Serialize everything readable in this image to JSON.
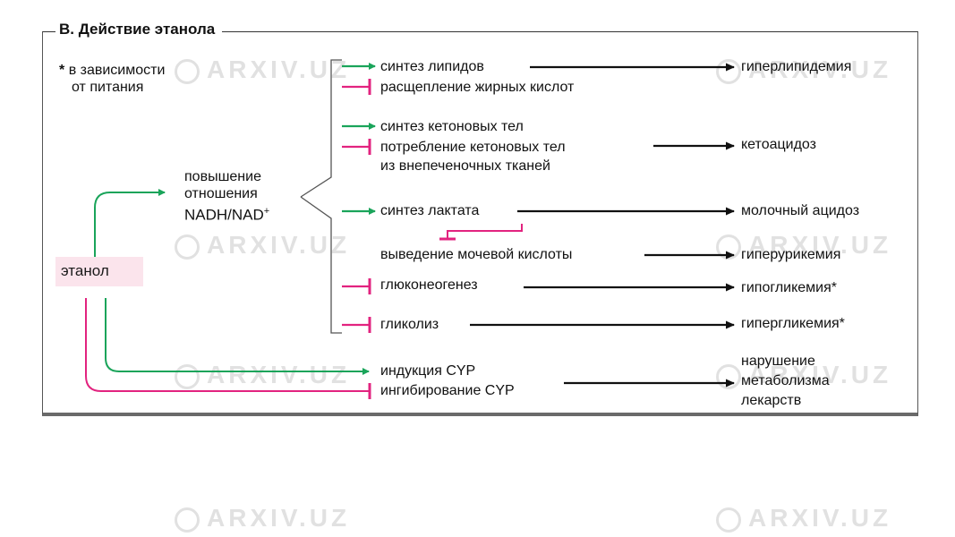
{
  "title": "В. Действие этанола",
  "footnote": {
    "star": "*",
    "line1": "в зависимости",
    "line2": "от питания"
  },
  "ethanol": "этанол",
  "ratio": {
    "line1": "повышение",
    "line2": "отношения",
    "line3": "NADH/NAD",
    "sup": "+"
  },
  "processes": {
    "lipid_synthesis": "синтез липидов",
    "fatty_acid_breakdown": "расщепление жирных кислот",
    "ketone_synthesis": "синтез кетоновых тел",
    "ketone_use_1": "потребление кетоновых тел",
    "ketone_use_2": "из внепеченочных тканей",
    "lactate_synthesis": "синтез лактата",
    "uric_acid_excretion": "выведение мочевой кислоты",
    "gluconeogenesis": "глюконеогенез",
    "glycolysis": "гликолиз",
    "cyp_induction": "индукция CYP",
    "cyp_inhibition": "ингибирование CYP"
  },
  "outcomes": {
    "hyperlipidemia": "гиперлипидемия",
    "ketoacidosis": "кетоацидоз",
    "lactic_acidosis": "молочный ацидоз",
    "hyperuricemia": "гиперурикемия",
    "hypoglycemia": "гипогликемия*",
    "hyperglycemia": "гипергликемия*",
    "drug_1": "нарушение",
    "drug_2": "метаболизма",
    "drug_3": "лекарств"
  },
  "colors": {
    "activate": "#1aa45a",
    "inhibit": "#e2237f",
    "neutral": "#111111"
  },
  "watermark": "ARXIV.UZ"
}
